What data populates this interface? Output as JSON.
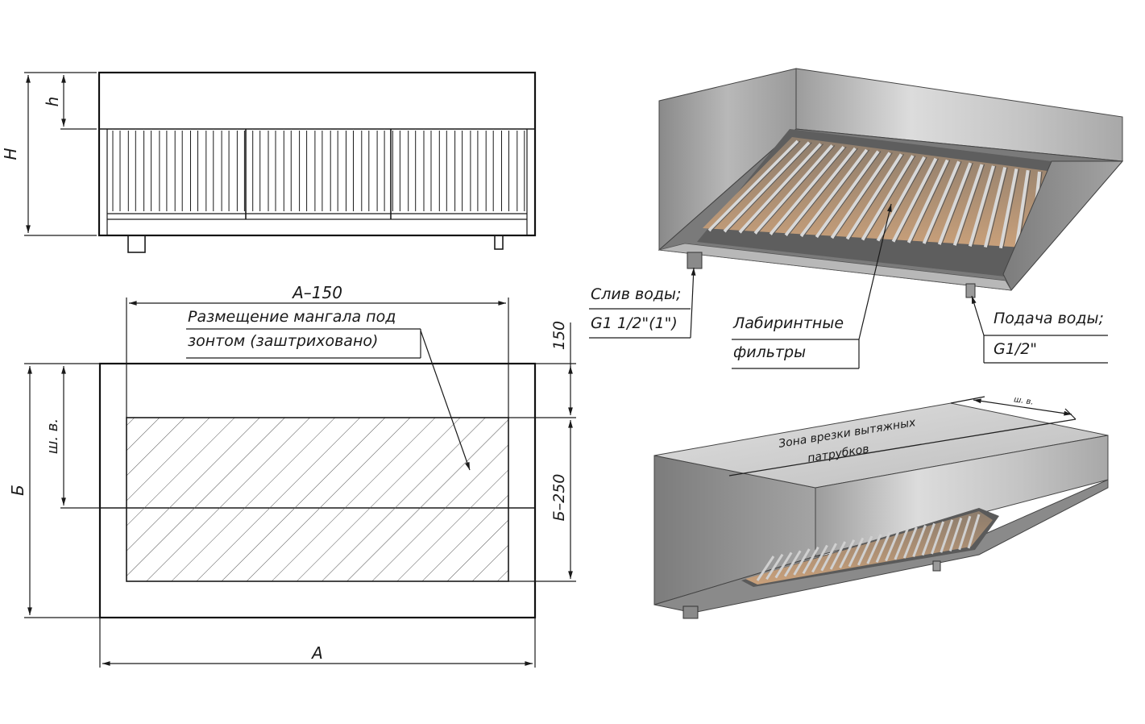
{
  "dimensions": {
    "H": "H",
    "h": "h",
    "A": "A",
    "A_minus_150": "A–150",
    "B": "Б",
    "sh_v": "ш. в.",
    "d150": "150",
    "B_minus_250": "Б–250"
  },
  "callouts": {
    "grill_line1": "Размещение мангала под",
    "grill_line2": "зонтом (заштриховано)",
    "drain_line1": "Слив воды;",
    "drain_line2": "G1 1/2\"(1\")",
    "filters_line1": "Лабиринтные",
    "filters_line2": "фильтры",
    "supply_line1": "Подача воды;",
    "supply_line2": "G1/2\""
  },
  "top_zone": {
    "line1": "Зона врезки вытяжных",
    "line2": "патрубков",
    "dim": "ш. в."
  },
  "colors": {
    "line": "#1a1a1a",
    "steel_light": "#d4d4d4",
    "steel_mid": "#a9a9a9",
    "steel_dark": "#6e6e6e",
    "filter_glow": "#c9a07a"
  }
}
